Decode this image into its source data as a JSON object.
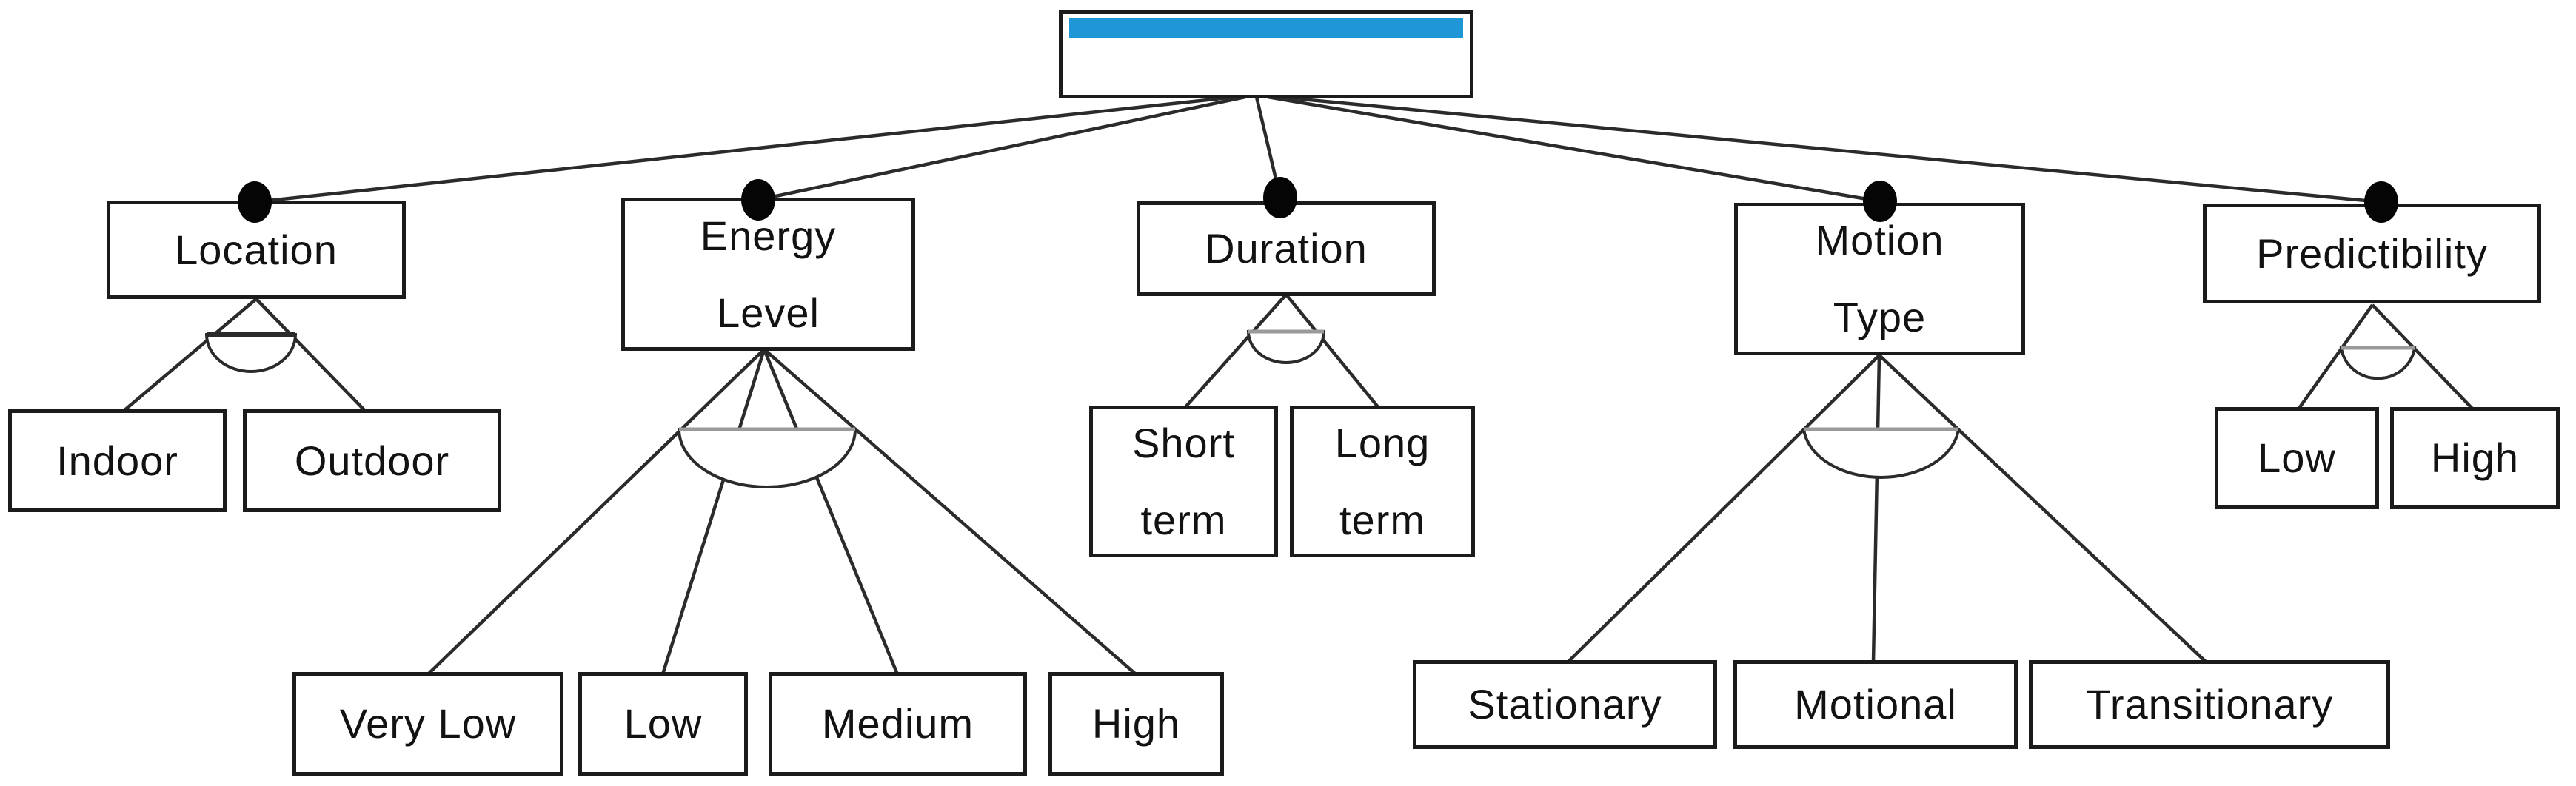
{
  "diagram": {
    "type": "feature-model-tree",
    "accent_color": "#1f97d6",
    "line_color": "#2b2b2b",
    "root": {
      "label": ""
    },
    "nodes": {
      "location": {
        "label": "Location"
      },
      "indoor": {
        "label": "Indoor"
      },
      "outdoor": {
        "label": "Outdoor"
      },
      "energy_level": {
        "label": "Energy\nLevel"
      },
      "very_low": {
        "label": "Very Low"
      },
      "low_energy": {
        "label": "Low"
      },
      "medium": {
        "label": "Medium"
      },
      "high_energy": {
        "label": "High"
      },
      "duration": {
        "label": "Duration"
      },
      "short_term": {
        "label": "Short\nterm"
      },
      "long_term": {
        "label": "Long\nterm"
      },
      "motion_type": {
        "label": "Motion\nType"
      },
      "stationary": {
        "label": "Stationary"
      },
      "motional": {
        "label": "Motional"
      },
      "transitionary": {
        "label": "Transitionary"
      },
      "predictability": {
        "label": "Predictibility"
      },
      "low_predictability": {
        "label": "Low"
      },
      "high_predictability": {
        "label": "High"
      }
    },
    "groups": [
      {
        "parent": "Location",
        "children": [
          "Indoor",
          "Outdoor"
        ]
      },
      {
        "parent": "Energy Level",
        "children": [
          "Very Low",
          "Low",
          "Medium",
          "High"
        ]
      },
      {
        "parent": "Duration",
        "children": [
          "Short term",
          "Long term"
        ]
      },
      {
        "parent": "Motion Type",
        "children": [
          "Stationary",
          "Motional",
          "Transitionary"
        ]
      },
      {
        "parent": "Predictibility",
        "children": [
          "Low",
          "High"
        ]
      }
    ]
  }
}
